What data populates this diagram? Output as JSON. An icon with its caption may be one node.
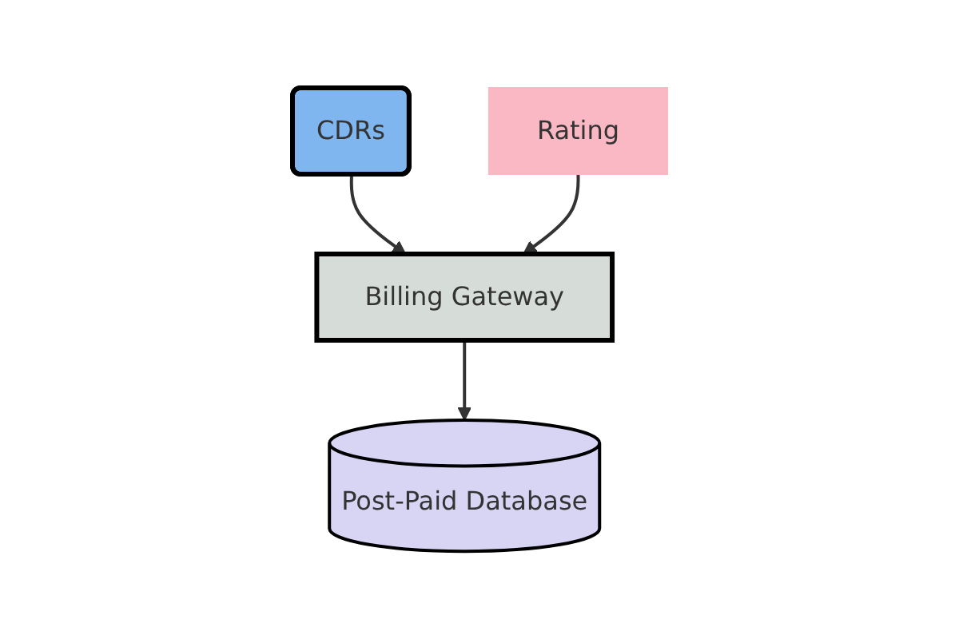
{
  "diagram": {
    "nodes": [
      {
        "text": [
          "CDRs"
        ]
      },
      {
        "text": [
          "Billing Gateway"
        ]
      },
      {
        "text": [
          "Post-Paid Database"
        ]
      },
      {
        "text": [
          "Rating"
        ]
      }
    ],
    "edges": [
      {
        "from": 0,
        "to": 1,
        "arrow": "to"
      },
      {
        "from": 1,
        "to": 2,
        "arrow": "to"
      },
      {
        "from": 3,
        "to": 1,
        "arrow": "to"
      }
    ]
  }
}
